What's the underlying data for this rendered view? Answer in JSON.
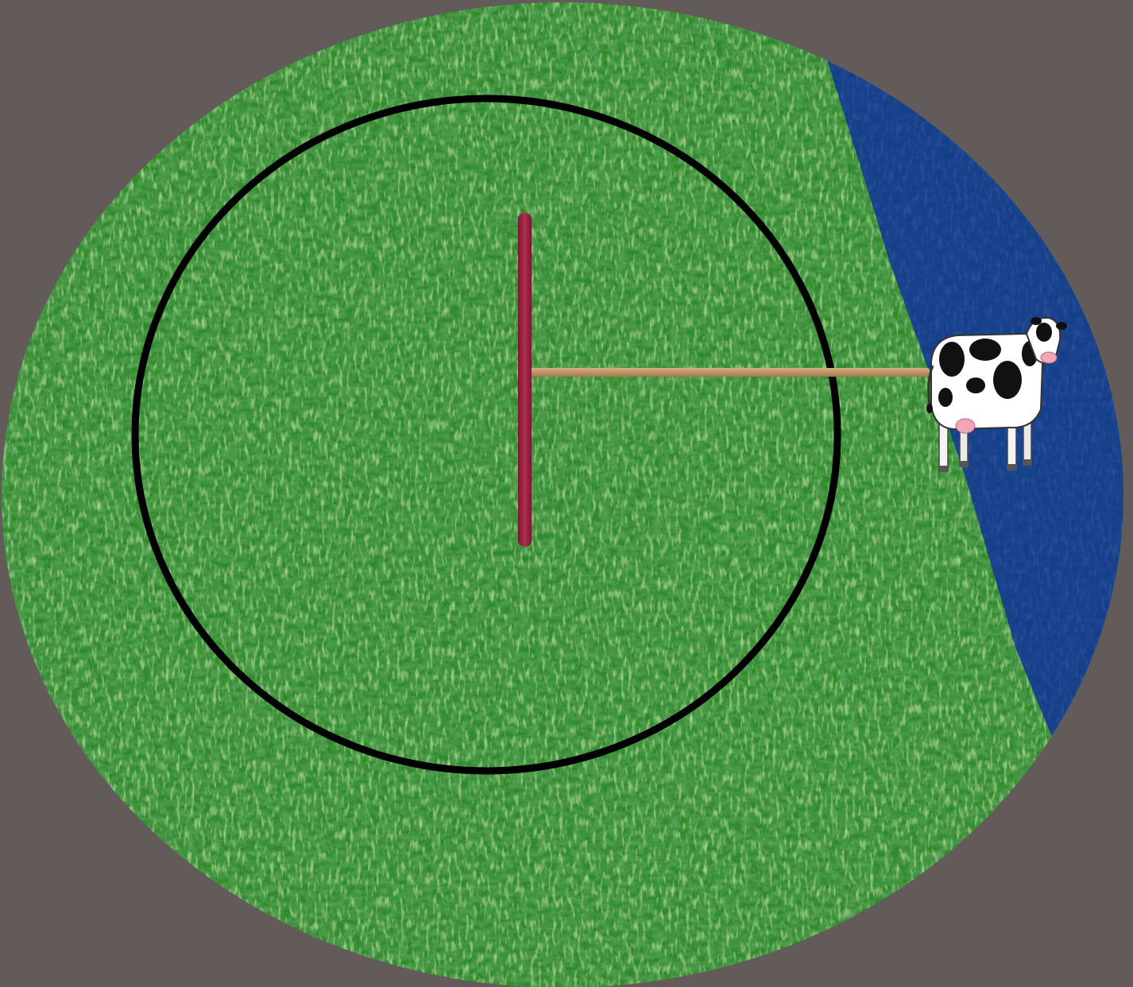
{
  "scene": {
    "elements": [
      "grass-field",
      "water-region",
      "boundary-circle",
      "stake",
      "rope",
      "cow"
    ]
  },
  "colors": {
    "background": "#635b5a",
    "grass_base": "#2f8a2c",
    "grass_dark": "#1b5e1c",
    "grass_light": "#6fc24f",
    "water": "#0c2aa0",
    "circle_stroke": "#000000",
    "stake": "#9a2040",
    "rope": "#c49a6c",
    "cow_body": "#ffffff",
    "cow_spots": "#111111",
    "cow_udder": "#f0a6b8"
  }
}
